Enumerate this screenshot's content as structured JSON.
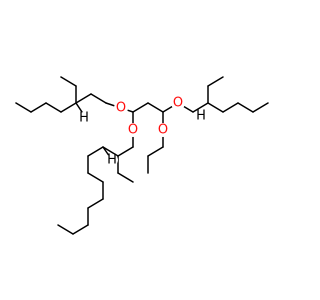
{
  "molecule": {
    "atoms": {
      "o1": {
        "symbol": "O",
        "color": "#ff0d0d"
      },
      "o2": {
        "symbol": "O",
        "color": "#ff0d0d"
      },
      "o3": {
        "symbol": "O",
        "color": "#ff0d0d"
      },
      "o4": {
        "symbol": "O",
        "color": "#ff0d0d"
      },
      "h1": {
        "symbol": "H",
        "color": "#000000"
      },
      "h2": {
        "symbol": "H",
        "color": "#000000"
      },
      "h3": {
        "symbol": "H",
        "color": "#000000"
      }
    },
    "bond_color": "#000000",
    "background": "#ffffff"
  }
}
